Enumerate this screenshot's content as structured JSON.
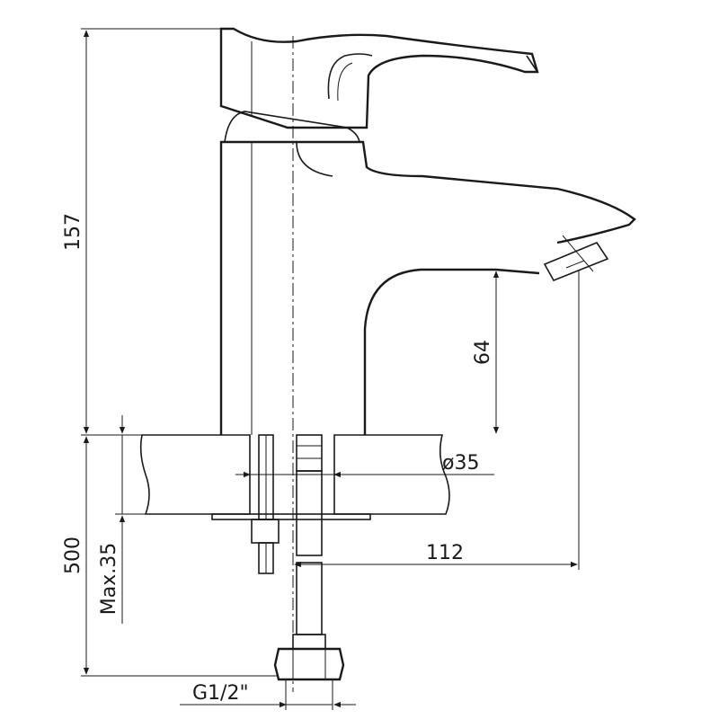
{
  "drawing": {
    "dimensions": {
      "total_height": "157",
      "spout_height": "64",
      "pipe_length": "500",
      "counter_thickness": "Max.35",
      "hole_diameter": "ø35",
      "spout_reach": "112",
      "thread": "G1/2\""
    }
  }
}
